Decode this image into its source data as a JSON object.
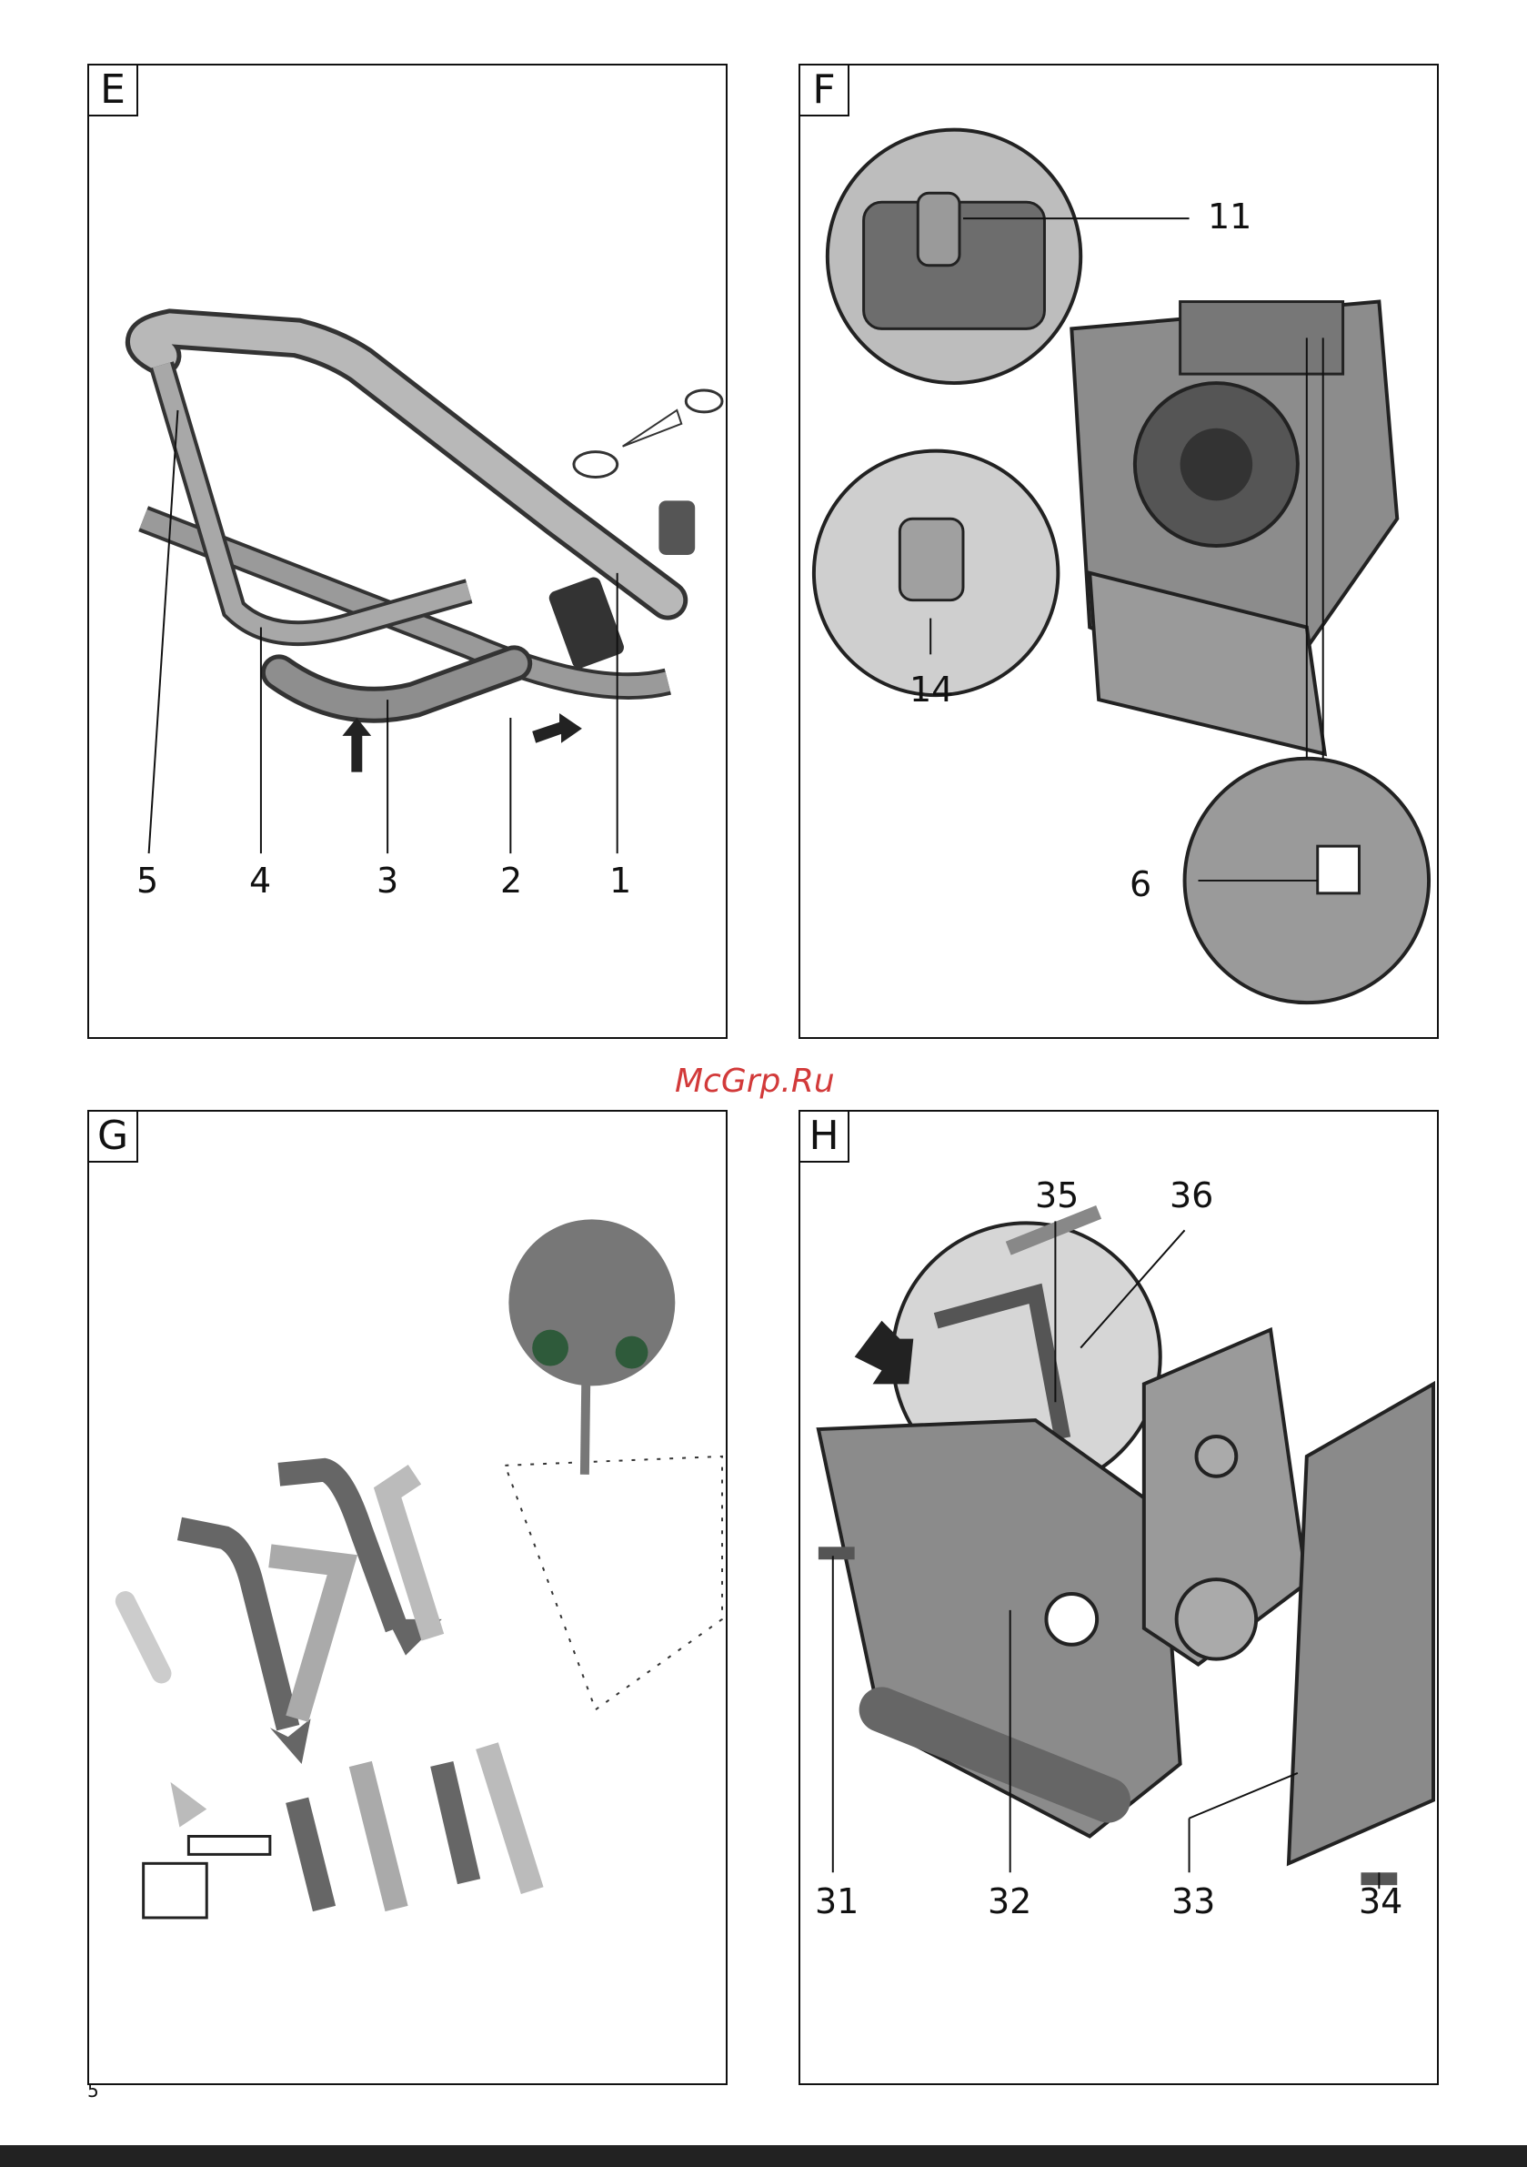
{
  "panels": {
    "E": {
      "letter": "E",
      "labels": [
        "5",
        "4",
        "3",
        "2",
        "1"
      ]
    },
    "F": {
      "letter": "F",
      "labels": [
        "11",
        "14",
        "6"
      ]
    },
    "G": {
      "letter": "G"
    },
    "H": {
      "letter": "H",
      "labels": [
        "35",
        "36",
        "31",
        "32",
        "33",
        "34"
      ]
    }
  },
  "watermark": "McGrp.Ru",
  "page_number": "5"
}
